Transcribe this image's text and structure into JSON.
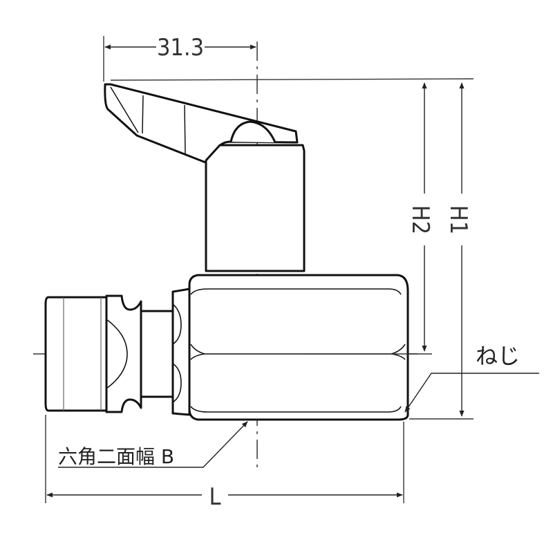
{
  "dimensions": {
    "top_width": "31.3",
    "overall_length": "L",
    "height_total": "H1",
    "height_to_center": "H2"
  },
  "labels": {
    "thread": "ねじ",
    "hex_width": "六角二面幅 B"
  },
  "colors": {
    "line": "#111111",
    "dimension": "#222222",
    "background": "#ffffff"
  }
}
